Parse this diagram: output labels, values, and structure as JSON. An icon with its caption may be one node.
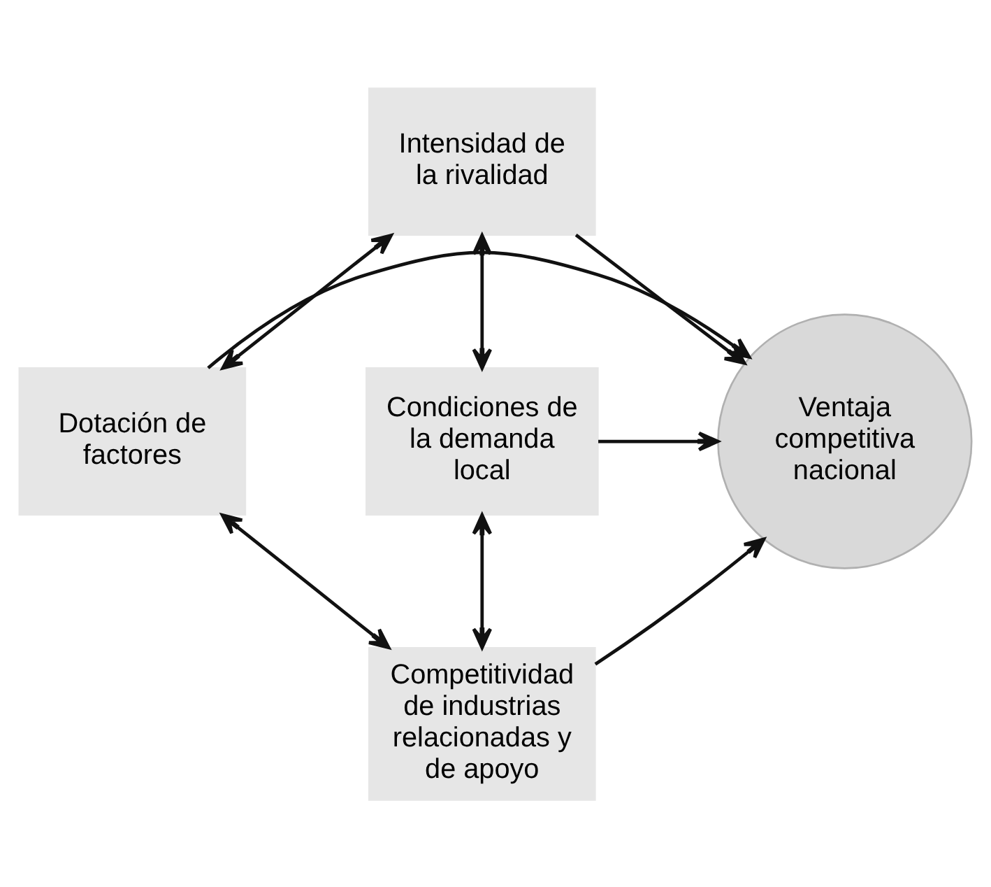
{
  "diagram": {
    "nodes": [
      {
        "text": [
          "Intensidad de la rivalidad"
        ]
      },
      {
        "text": [
          "Dotación de factores"
        ]
      },
      {
        "text": [
          "Ventaja competitiva nacional"
        ]
      },
      {
        "text": [
          "Condiciones de la demanda local"
        ]
      },
      {
        "text": [
          "Competitividad de industrias relacionadas y de apoyo"
        ]
      }
    ],
    "edges": [
      {
        "from": 0,
        "to": 2,
        "arrow": "to"
      },
      {
        "from": 1,
        "to": 2,
        "arrow": "to"
      },
      {
        "from": 3,
        "to": 2,
        "arrow": "to"
      },
      {
        "from": 4,
        "to": 2,
        "arrow": "to"
      },
      {
        "from": 0,
        "to": 1,
        "arrow": "both"
      },
      {
        "from": 0,
        "to": 3,
        "arrow": "both"
      },
      {
        "from": 1,
        "to": 4,
        "arrow": "both"
      },
      {
        "from": 3,
        "to": 4,
        "arrow": "both"
      }
    ]
  }
}
